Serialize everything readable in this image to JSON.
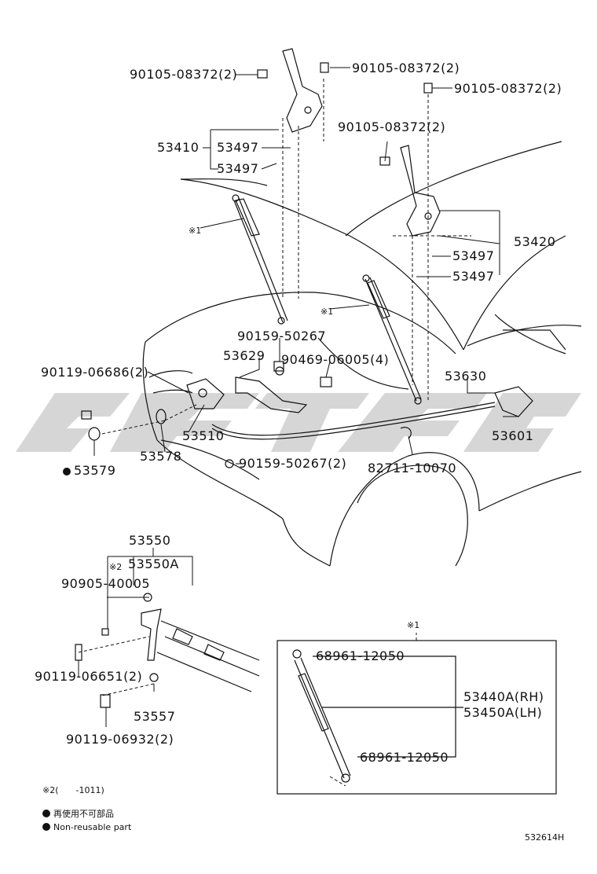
{
  "diagram_id": "532614H",
  "watermark_color": "#cccccc",
  "labels": {
    "bolt_a": "90105-08372(2)",
    "bolt_b": "90105-08372(2)",
    "bolt_c": "90105-08372(2)",
    "bolt_d": "90105-08372(2)",
    "hinge_lh": "53410",
    "cushion_1": "53497",
    "cushion_2": "53497",
    "cushion_3": "53497",
    "cushion_4": "53497",
    "hinge_rh": "53420",
    "note_ref1_a": "※1",
    "note_ref1_b": "※1",
    "screw_a": "90159-50267",
    "bracket": "53629",
    "clip": "90469-06005(4)",
    "bolt_e": "90119-06686(2)",
    "cable": "53630",
    "lock": "53510",
    "bumper": "53578",
    "plug": "53579",
    "screw_b": "90159-50267(2)",
    "clamp": "82711-10070",
    "lever": "53601",
    "support_1": "53550",
    "support_2": "53550A",
    "note_ref2": "※2",
    "clip_b": "90905-40005",
    "bolt_f": "90119-06651(2)",
    "bracket_b": "53557",
    "bolt_g": "90119-06932(2)",
    "box_note": "※1",
    "stud_upper": "68961-12050",
    "stud_lower": "68961-12050",
    "strut_rh": "53440A(RH)",
    "strut_lh": "53450A(LH)"
  },
  "footnote": "※2(　　-1011)",
  "legend": {
    "jp": "再使用不可部品",
    "en": "Non-reusable part"
  }
}
